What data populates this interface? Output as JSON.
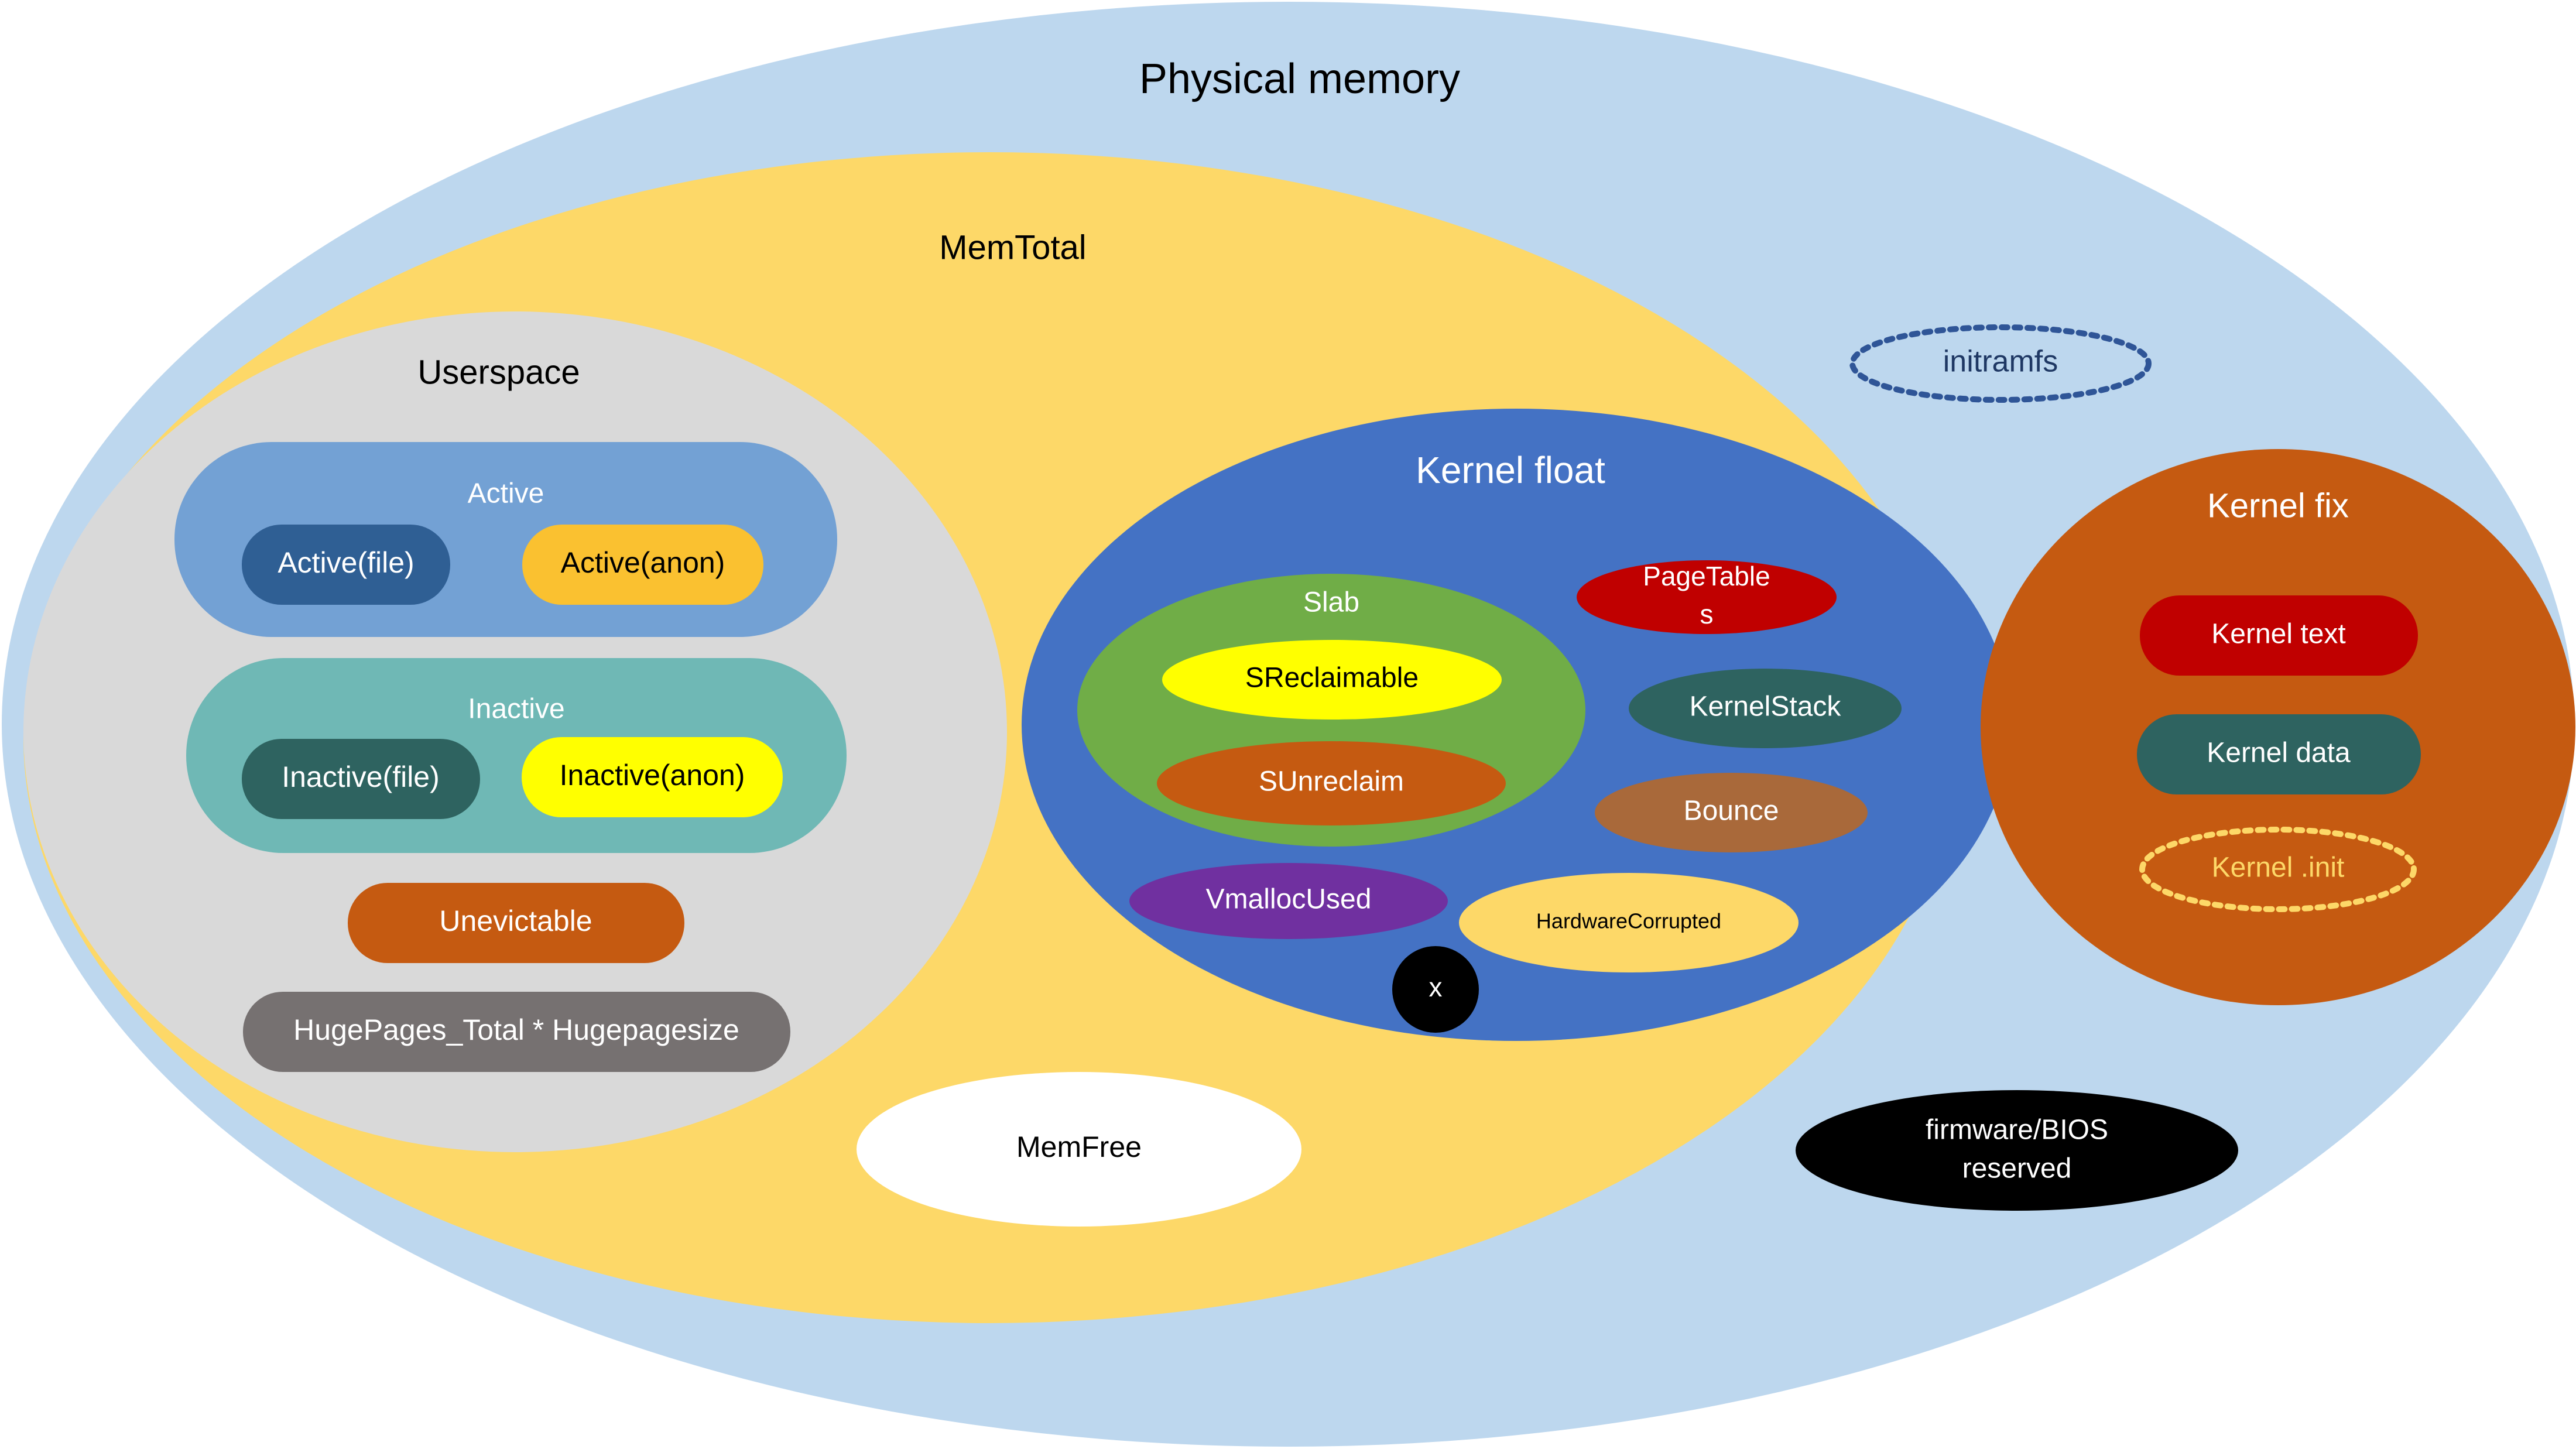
{
  "colors": {
    "physical": "#bdd7ee",
    "memtotal": "#fdd868",
    "userspace": "#d9d9d9",
    "active_group": "#73a1d4",
    "active_file": "#2f5f94",
    "active_anon": "#fac130",
    "inactive_group": "#6fb8b5",
    "inactive_file": "#2e6360",
    "inactive_anon": "#ffff00",
    "unevictable": "#c55a11",
    "hugepages": "#767171",
    "kernel_float": "#4472c4",
    "slab": "#70ad47",
    "sreclaimable": "#ffff00",
    "sunreclaim": "#c55a11",
    "pagetables": "#c00000",
    "kernelstack": "#2e6360",
    "bounce": "#a9693a",
    "vmallocused": "#7030a0",
    "hardwarecorrupted": "#fdd868",
    "x_circle": "#000000",
    "memfree": "#ffffff",
    "initramfs_border": "#2f5597",
    "kernel_fix": "#c55a11",
    "kernel_text": "#c00000",
    "kernel_data": "#2e6360",
    "kernel_init_border": "#fdd868",
    "firmware": "#000000",
    "text_dark": "#000000",
    "text_light": "#ffffff",
    "text_initramfs": "#1f3864",
    "text_kernel_init": "#fdd868"
  },
  "diagram": {
    "physical_memory": "Physical memory",
    "memtotal": "MemTotal",
    "userspace": {
      "title": "Userspace",
      "active": {
        "title": "Active",
        "file": "Active(file)",
        "anon": "Active(anon)"
      },
      "inactive": {
        "title": "Inactive",
        "file": "Inactive(file)",
        "anon": "Inactive(anon)"
      },
      "unevictable": "Unevictable",
      "hugepages": "HugePages_Total * Hugepagesize"
    },
    "kernel_float": {
      "title": "Kernel float",
      "slab": {
        "title": "Slab",
        "sreclaimable": "SReclaimable",
        "sunreclaim": "SUnreclaim"
      },
      "pagetables_line1": "PageTable",
      "pagetables_line2": "s",
      "kernelstack": "KernelStack",
      "bounce": "Bounce",
      "vmallocused": "VmallocUsed",
      "hardwarecorrupted": "HardwareCorrupted",
      "x": "x"
    },
    "memfree": "MemFree",
    "initramfs": "initramfs",
    "kernel_fix": {
      "title": "Kernel fix",
      "text": "Kernel text",
      "data": "Kernel data",
      "init": "Kernel .init"
    },
    "firmware_line1": "firmware/BIOS",
    "firmware_line2": "reserved"
  }
}
